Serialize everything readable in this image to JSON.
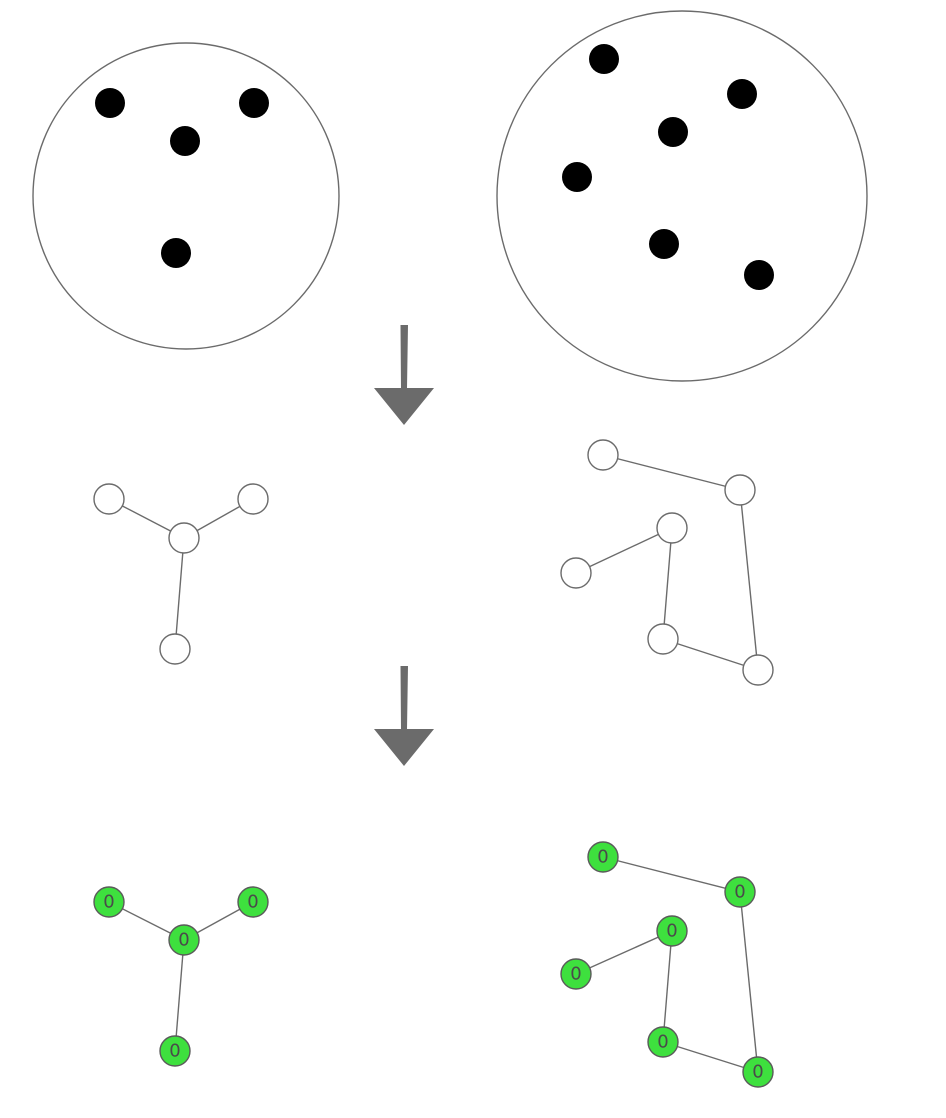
{
  "colors": {
    "stroke": "#6b6b6b",
    "node_fill_green": "#3ee03e",
    "arrow_fill": "#6b6b6b"
  },
  "icons": [
    "person-icon",
    "arrow-down-icon"
  ],
  "groups": {
    "left": {
      "people_count": 4,
      "node_label": "0"
    },
    "right": {
      "people_count": 6,
      "node_label": "0"
    }
  }
}
